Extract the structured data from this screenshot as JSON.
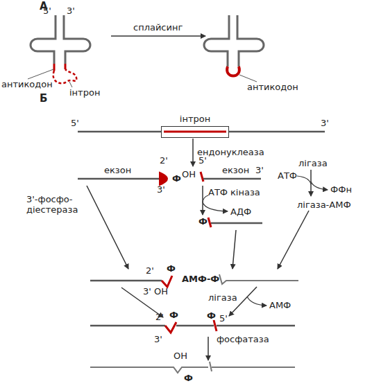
{
  "diagram": {
    "nodes": [
      {
        "text": [
          "інтрон"
        ]
      }
    ],
    "labels": [
      "А",
      "5'",
      "3'",
      "сплайсинг",
      "антикодон",
      "інтрон",
      "антикодон",
      "Б",
      "5'",
      "3'",
      "ендонуклеаза",
      "2'",
      "5'",
      "екзон",
      "екзон",
      "3'",
      "Ф",
      "ОН",
      "3'",
      "лігаза",
      "АТФ",
      "АТФ",
      "кіназа",
      "ФФн",
      "3'-фосфо- діестераза",
      "лігаза-АМФ",
      "АДФ",
      "Ф",
      "2'",
      "Ф",
      "АМФ-Ф",
      "3' ОН",
      "лігаза",
      "АМФ",
      "2'",
      "Ф",
      "Ф",
      "5'",
      "3'",
      "фосфатаза",
      "ОН",
      "Ф"
    ]
  }
}
